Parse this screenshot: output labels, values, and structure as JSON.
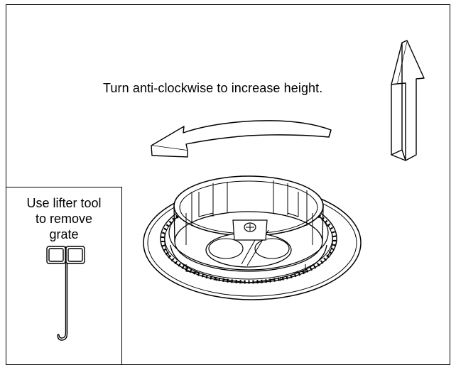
{
  "instruction": {
    "turn_text": "Turn anti-clockwise to increase height."
  },
  "lifter": {
    "lines": [
      "Use lifter tool",
      "to remove",
      "grate"
    ]
  }
}
